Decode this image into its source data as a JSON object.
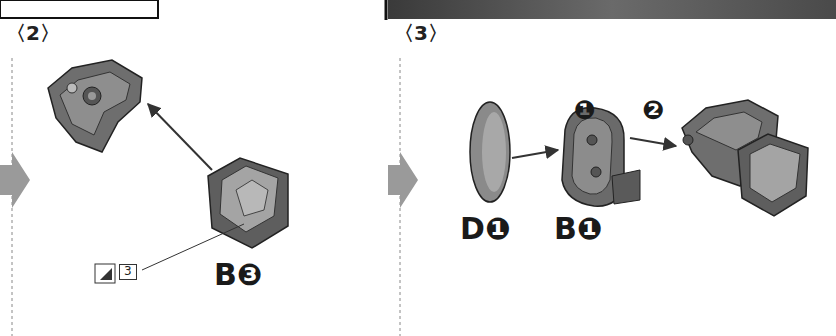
{
  "diagram": {
    "nodes": [
      {
        "text": [
          "〈2〉"
        ]
      },
      {
        "text": [
          "3"
        ]
      },
      {
        "text": [
          "〈3〉"
        ]
      }
    ],
    "labels": [
      "B❸",
      "D❶",
      "❶",
      "B❶",
      "❷"
    ]
  }
}
